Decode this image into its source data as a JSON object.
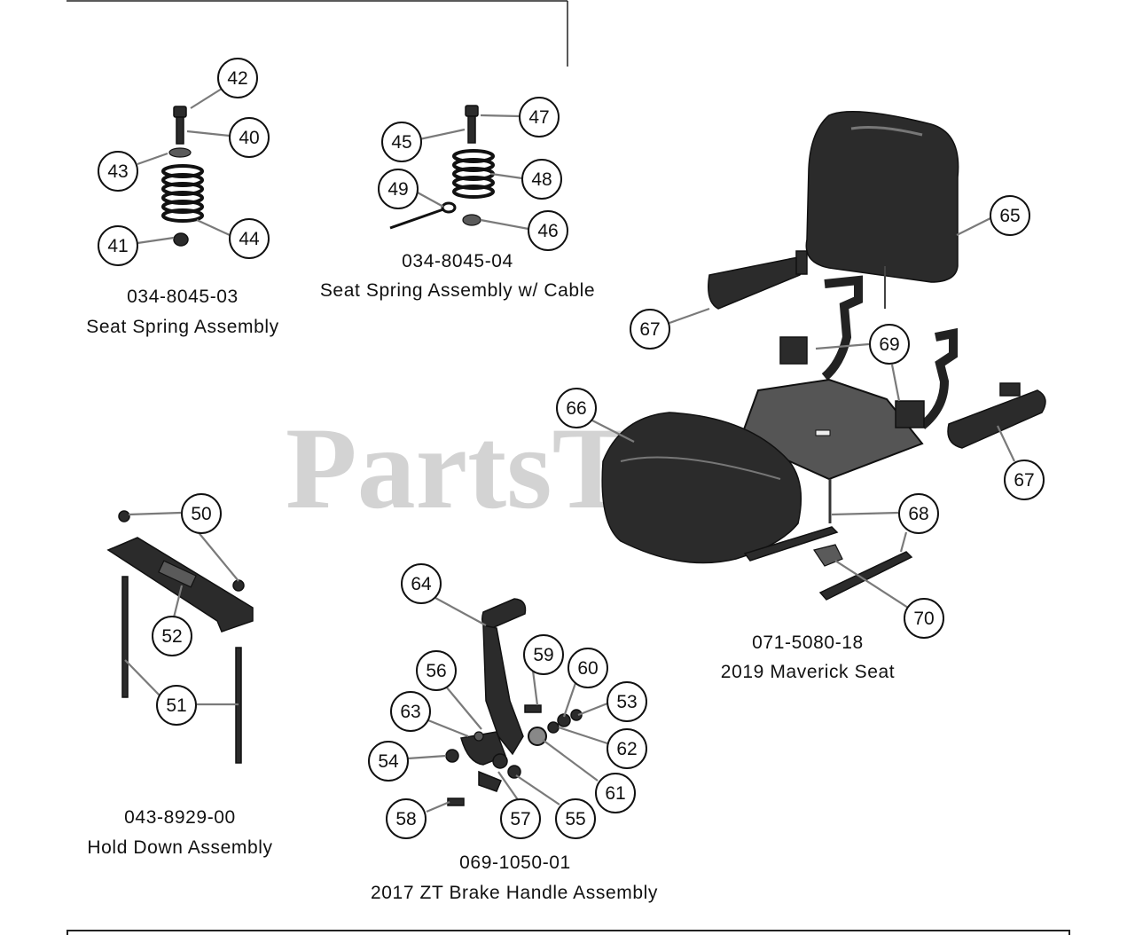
{
  "watermark": "PartsTre",
  "assemblies": {
    "seat_spring": {
      "part_number": "034-8045-03",
      "name": "Seat Spring Assembly"
    },
    "seat_spring_cable": {
      "part_number": "034-8045-04",
      "name": "Seat Spring Assembly w/ Cable"
    },
    "maverick_seat": {
      "part_number": "071-5080-18",
      "name": "2019 Maverick Seat"
    },
    "hold_down": {
      "part_number": "043-8929-00",
      "name": "Hold Down Assembly"
    },
    "brake_handle": {
      "part_number": "069-1050-01",
      "name": "2017 ZT Brake Handle Assembly"
    }
  },
  "callouts": {
    "c42": "42",
    "c40": "40",
    "c43": "43",
    "c44": "44",
    "c41": "41",
    "c47": "47",
    "c45": "45",
    "c48": "48",
    "c49": "49",
    "c46": "46",
    "c65": "65",
    "c67a": "67",
    "c69": "69",
    "c66": "66",
    "c67b": "67",
    "c68": "68",
    "c70": "70",
    "c50": "50",
    "c52": "52",
    "c51": "51",
    "c64": "64",
    "c59": "59",
    "c60": "60",
    "c56": "56",
    "c53": "53",
    "c63": "63",
    "c62": "62",
    "c54": "54",
    "c61": "61",
    "c58": "58",
    "c57": "57",
    "c55": "55"
  }
}
